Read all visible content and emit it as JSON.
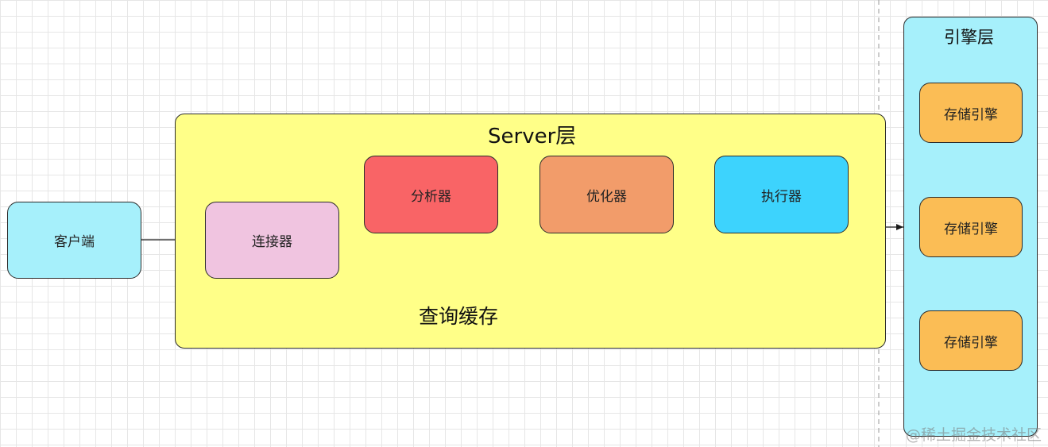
{
  "colors": {
    "client": "#a6f0fb",
    "server_panel": "#ffff88",
    "connector": "#f0c4e0",
    "analyzer": "#f96466",
    "optimizer": "#f29c6a",
    "executor": "#3dd3fd",
    "engine_panel": "#a6f0fb",
    "storage_engine": "#fbbd55",
    "line": "#1a1a1a"
  },
  "server": {
    "title": "Server层"
  },
  "engine": {
    "title": "引擎层",
    "storage_engines": [
      "存储引擎",
      "存储引擎",
      "存储引擎"
    ]
  },
  "nodes": {
    "client": "客户端",
    "connector": "连接器",
    "analyzer": "分析器",
    "optimizer": "优化器",
    "executor": "执行器",
    "query_cache": "查询缓存"
  },
  "watermark": "@稀土掘金技术社区"
}
